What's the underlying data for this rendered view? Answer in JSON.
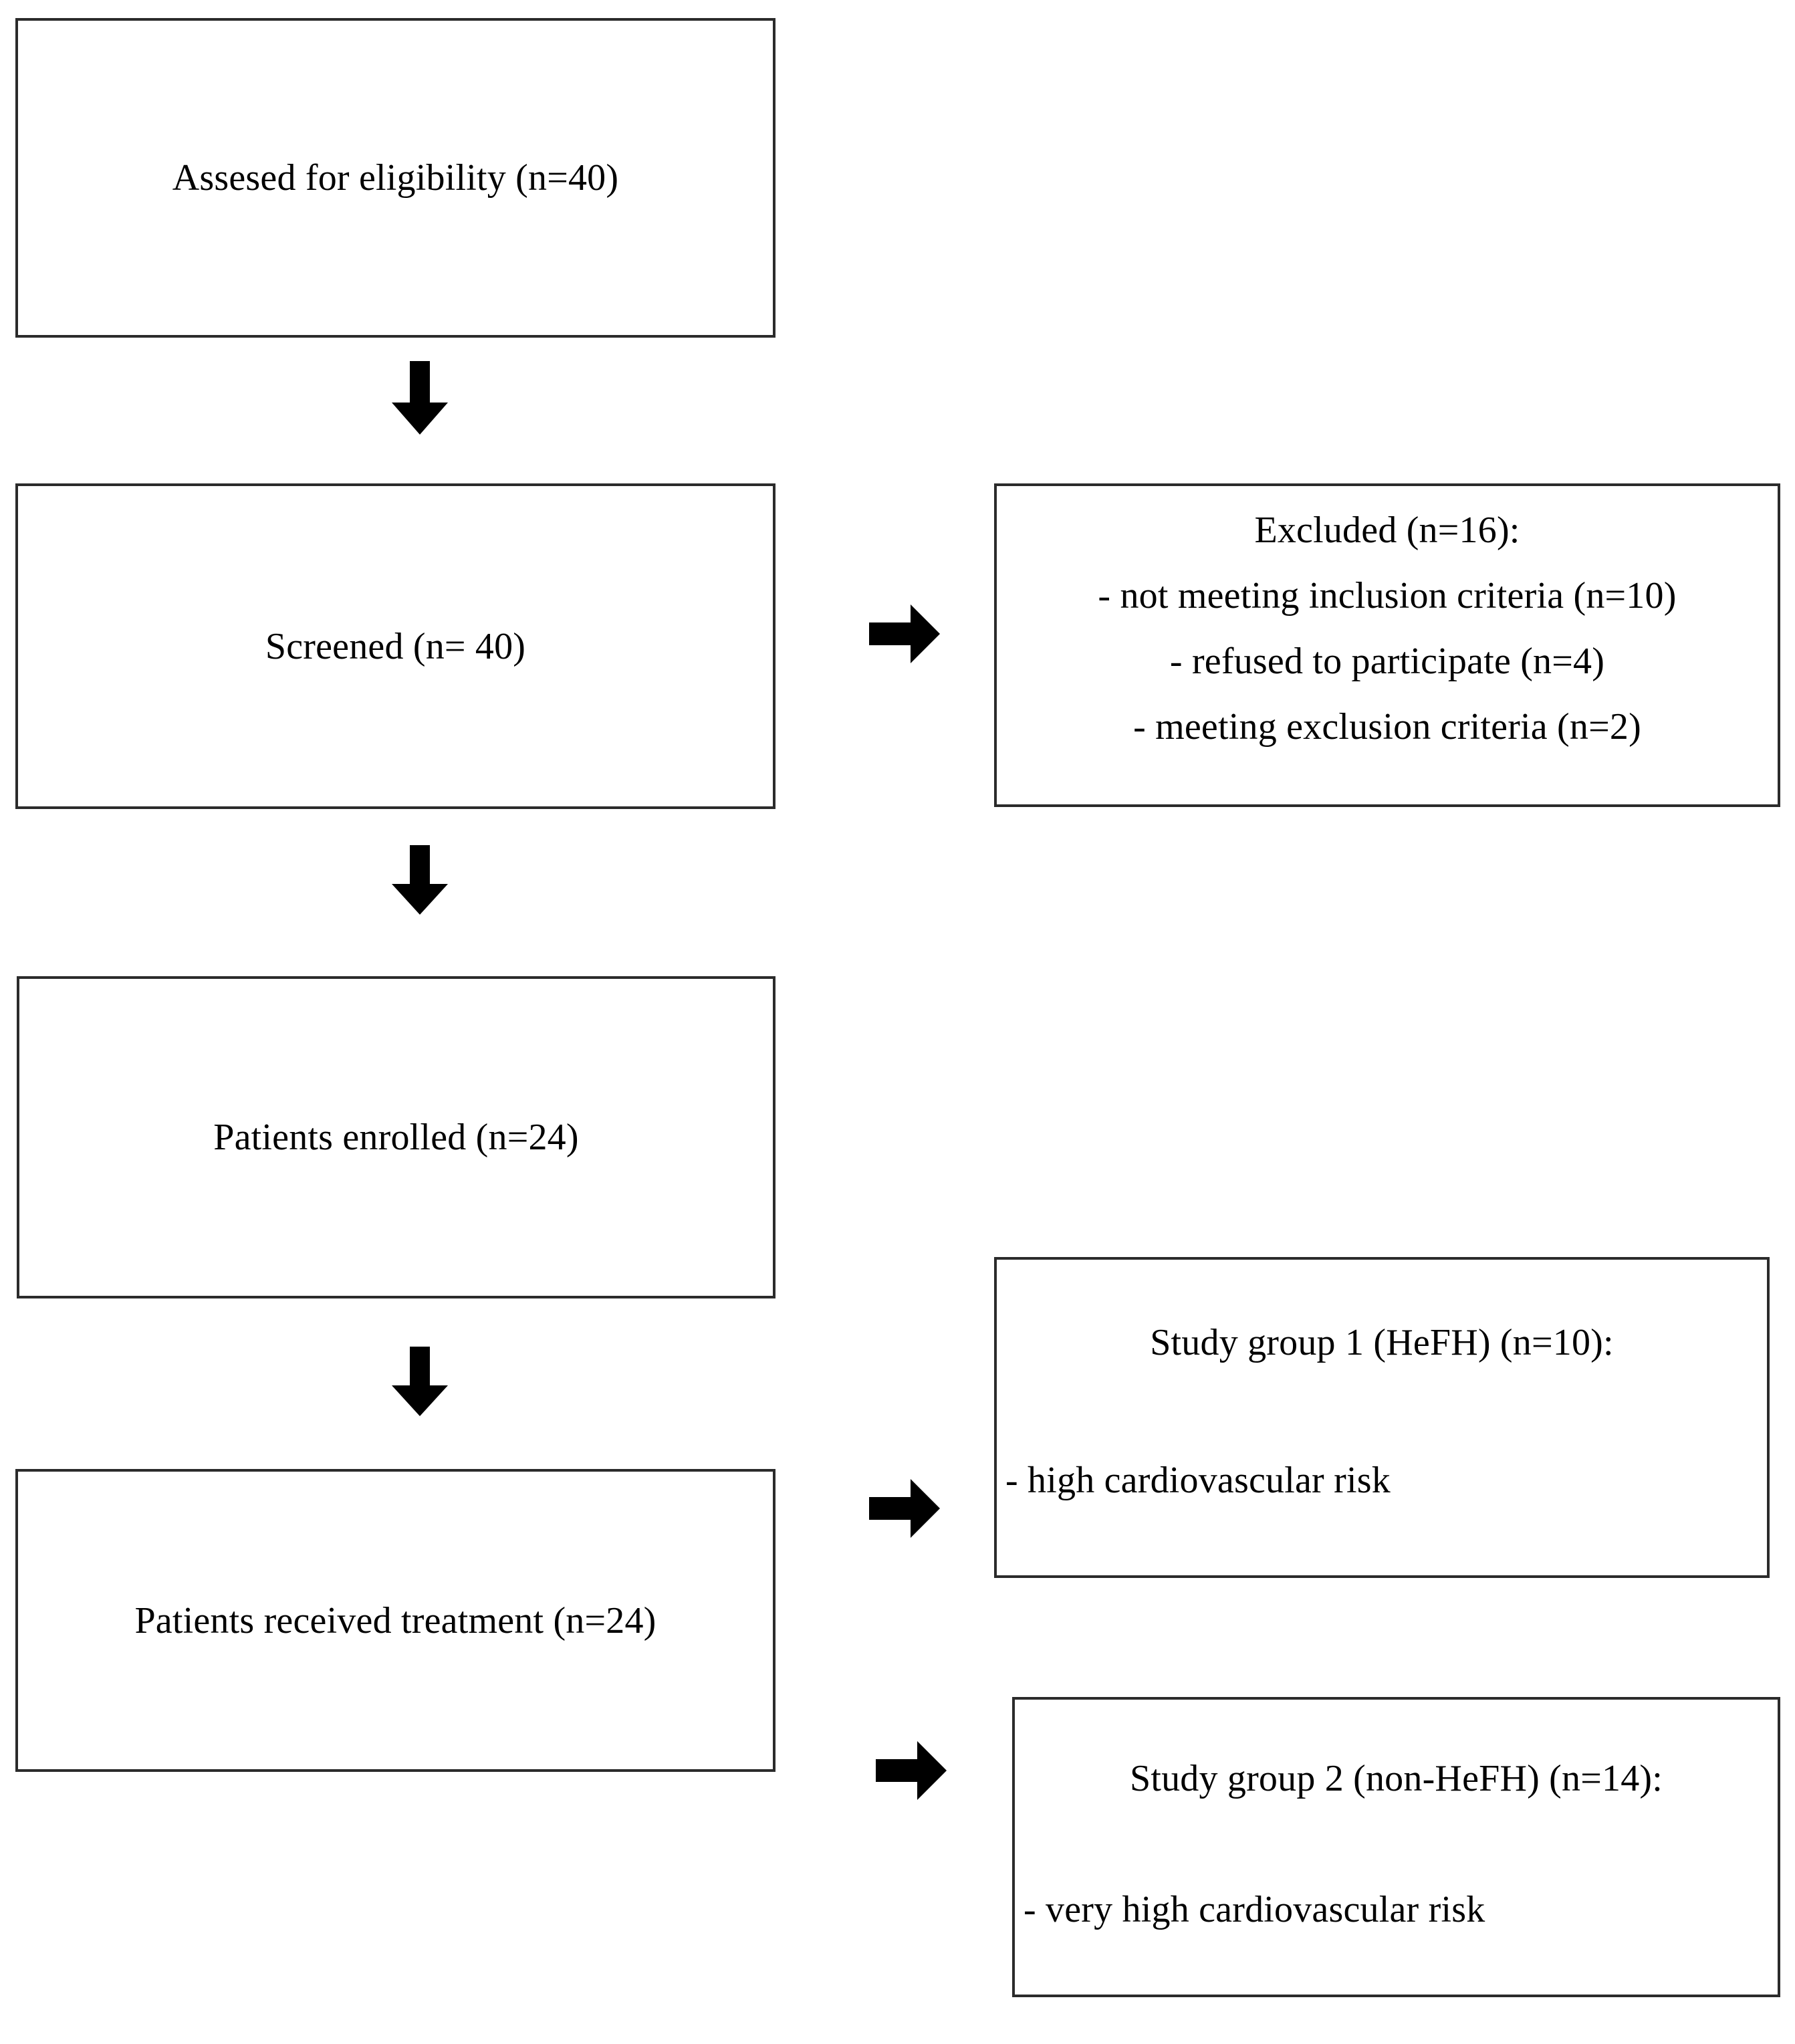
{
  "diagram": {
    "type": "consort-flow-diagram",
    "colors": {
      "box_border": "#2b2b2b",
      "arrow_fill": "#000000",
      "background": "#ffffff",
      "text": "#000000"
    },
    "nodes": [
      {
        "id": "assessed",
        "name": "assessed-for-eligibility-box",
        "lines": [
          "Assesed for eligibility (n=40)"
        ],
        "n": 40,
        "column": "left"
      },
      {
        "id": "screened",
        "name": "screened-box",
        "lines": [
          "Screened (n= 40)"
        ],
        "n": 40,
        "column": "left"
      },
      {
        "id": "excluded",
        "name": "excluded-box",
        "lines": [
          "Excluded (n=16):",
          "- not meeting inclusion criteria (n=10)",
          "- refused to participate (n=4)",
          "- meeting exclusion criteria (n=2)"
        ],
        "n": 16,
        "column": "right"
      },
      {
        "id": "enrolled",
        "name": "patients-enrolled-box",
        "lines": [
          "Patients enrolled (n=24)"
        ],
        "n": 24,
        "column": "left"
      },
      {
        "id": "treated",
        "name": "patients-received-treatment-box",
        "lines": [
          "Patients received treatment (n=24)"
        ],
        "n": 24,
        "column": "left"
      },
      {
        "id": "group1",
        "name": "study-group-1-box",
        "lines": [
          "Study group 1 (HeFH) (n=10):",
          "- high cardiovascular risk"
        ],
        "n": 10,
        "column": "right"
      },
      {
        "id": "group2",
        "name": "study-group-2-box",
        "lines": [
          "Study group 2 (non-HeFH) (n=14):",
          "- very high cardiovascular risk"
        ],
        "n": 14,
        "column": "right"
      }
    ],
    "arrows": [
      {
        "id": "a1",
        "name": "arrow-assessed-to-screened",
        "direction": "down",
        "from": "assessed",
        "to": "screened"
      },
      {
        "id": "a2",
        "name": "arrow-screened-to-excluded",
        "direction": "right",
        "from": "screened",
        "to": "excluded"
      },
      {
        "id": "a3",
        "name": "arrow-screened-to-enrolled",
        "direction": "down",
        "from": "screened",
        "to": "enrolled"
      },
      {
        "id": "a4",
        "name": "arrow-enrolled-to-treated",
        "direction": "down",
        "from": "enrolled",
        "to": "treated"
      },
      {
        "id": "a5",
        "name": "arrow-treated-to-group1",
        "direction": "right",
        "from": "treated",
        "to": "group1"
      },
      {
        "id": "a6",
        "name": "arrow-treated-to-group2",
        "direction": "right",
        "from": "treated",
        "to": "group2"
      }
    ]
  },
  "text": {
    "assessed_line1": "Assesed for eligibility (n=40)",
    "screened_line1": "Screened (n= 40)",
    "excluded_line1": "Excluded (n=16):",
    "excluded_line2": "- not meeting inclusion criteria (n=10)",
    "excluded_line3": "- refused to participate (n=4)",
    "excluded_line4": "- meeting exclusion criteria (n=2)",
    "enrolled_line1": "Patients enrolled (n=24)",
    "treated_line1": "Patients received treatment (n=24)",
    "group1_line1": "Study group 1 (HeFH) (n=10):",
    "group1_line2": "- high cardiovascular risk",
    "group2_line1": "Study group 2 (non-HeFH) (n=14):",
    "group2_line2": "- very high cardiovascular risk"
  }
}
